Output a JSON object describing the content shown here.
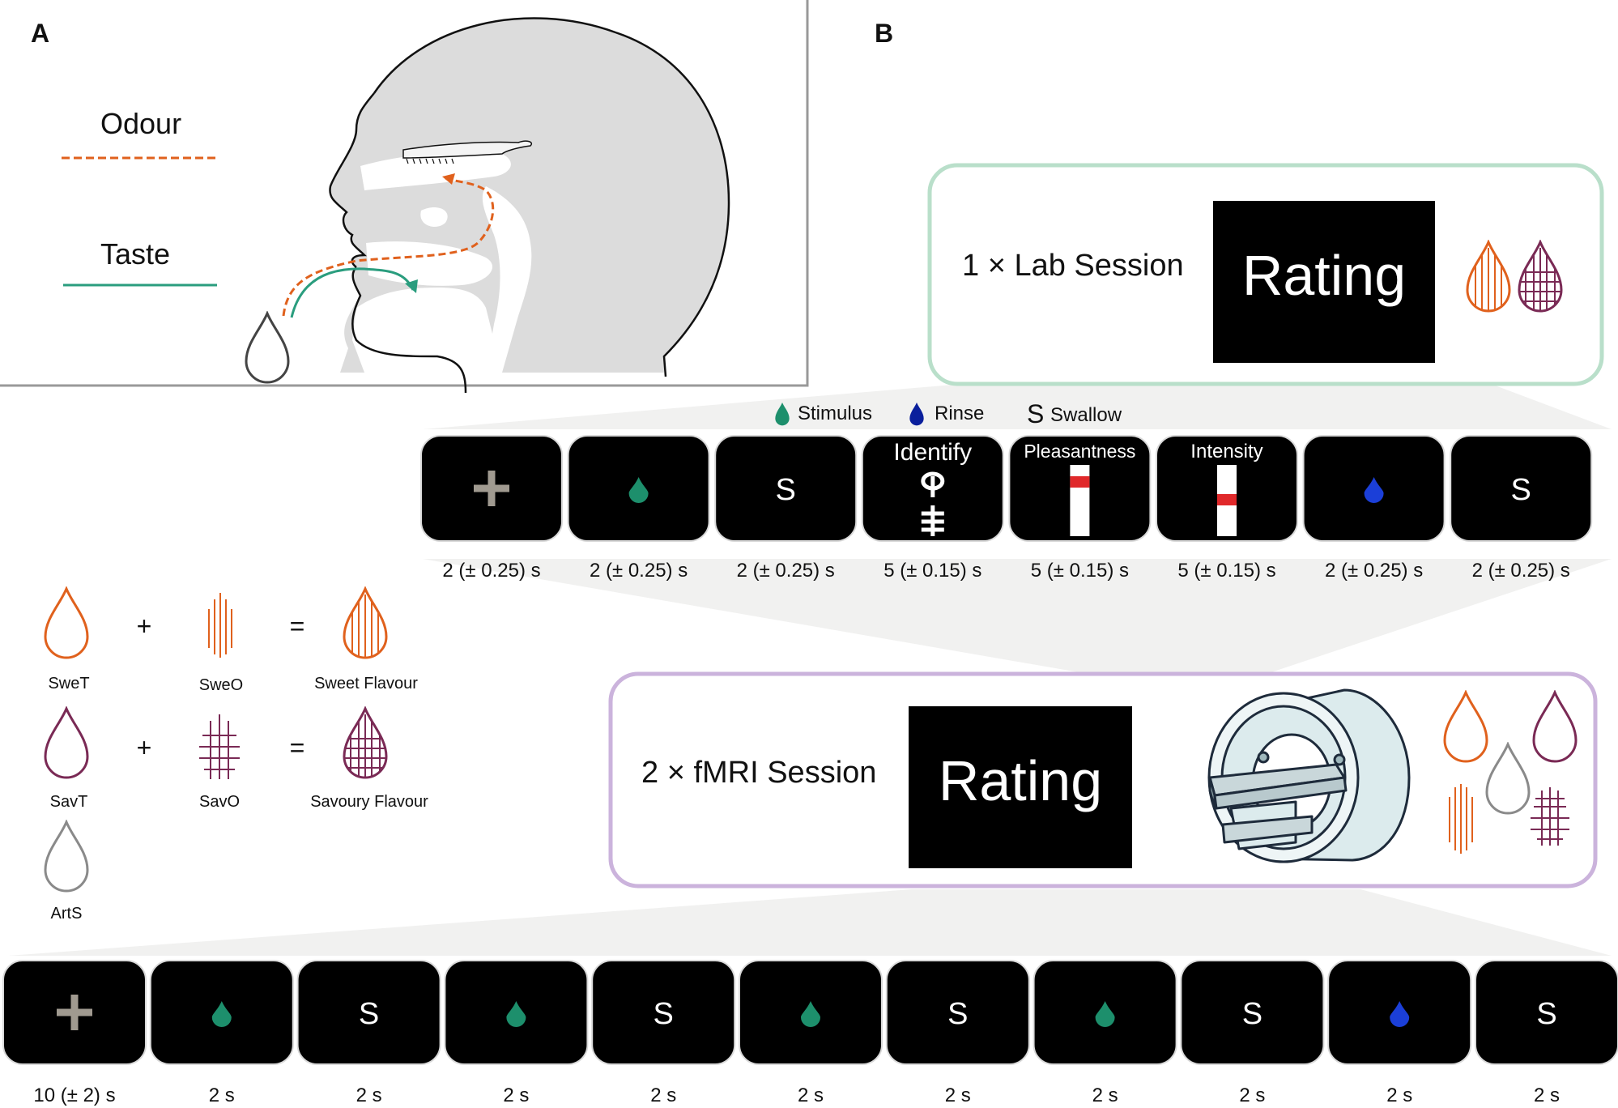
{
  "panel_a": {
    "label": "A",
    "legend": {
      "odour": "Odour",
      "taste": "Taste"
    }
  },
  "panel_b": {
    "label": "B",
    "lab_session": {
      "title": "1 × Lab Session",
      "screen": "Rating"
    },
    "fmri_session": {
      "title": "2 × fMRI Session",
      "screen": "Rating"
    },
    "key": {
      "stimulus": "Stimulus",
      "rinse": "Rinse",
      "swallow_symbol": "S",
      "swallow": "Swallow"
    },
    "lab_trial": {
      "screens": [
        {
          "type": "fixation",
          "durations": "2 (± 0.25) s"
        },
        {
          "type": "stimulus",
          "durations": "2 (± 0.25) s"
        },
        {
          "type": "swallow",
          "text": "S",
          "durations": "2 (± 0.25) s"
        },
        {
          "type": "identify",
          "text": "Identify",
          "durations": "5 (± 0.15) s"
        },
        {
          "type": "scale",
          "text": "Pleasantness",
          "durations": "5 (± 0.15) s"
        },
        {
          "type": "scale",
          "text": "Intensity",
          "durations": "5 (± 0.15) s"
        },
        {
          "type": "rinse",
          "durations": "2 (± 0.25) s"
        },
        {
          "type": "swallow",
          "text": "S",
          "durations": "2 (± 0.25) s"
        }
      ]
    },
    "fmri_trial": {
      "screens": [
        {
          "type": "fixation",
          "durations": "10 (± 2)  s"
        },
        {
          "type": "stimulus",
          "durations": "2 s"
        },
        {
          "type": "swallow",
          "text": "S",
          "durations": "2 s"
        },
        {
          "type": "stimulus",
          "durations": "2 s"
        },
        {
          "type": "swallow",
          "text": "S",
          "durations": "2 s"
        },
        {
          "type": "stimulus",
          "durations": "2 s"
        },
        {
          "type": "swallow",
          "text": "S",
          "durations": "2 s"
        },
        {
          "type": "stimulus",
          "durations": "2 s"
        },
        {
          "type": "swallow",
          "text": "S",
          "durations": "2 s"
        },
        {
          "type": "rinse",
          "durations": "2 s"
        },
        {
          "type": "swallow",
          "text": "S",
          "durations": "2 s"
        }
      ]
    }
  },
  "stimuli_legend": {
    "plus": "+",
    "equals": "=",
    "swe_t": "SweT",
    "swe_o": "SweO",
    "sweet_flavour": "Sweet Flavour",
    "sav_t": "SavT",
    "sav_o": "SavO",
    "savoury_flavour": "Savoury Flavour",
    "art_s": "ArtS"
  },
  "colors": {
    "odour": "#e0611d",
    "taste": "#2a9d7e",
    "sweet": "#e0611d",
    "savoury": "#7a2a55",
    "artificial": "#8a8a8a",
    "stimulus_drop": "#1d8f6c",
    "rinse_drop": "#1b3fd8",
    "lab_border": "#b9dfca",
    "fmri_border": "#cbb3dc",
    "scale_marker": "#e0282a"
  }
}
